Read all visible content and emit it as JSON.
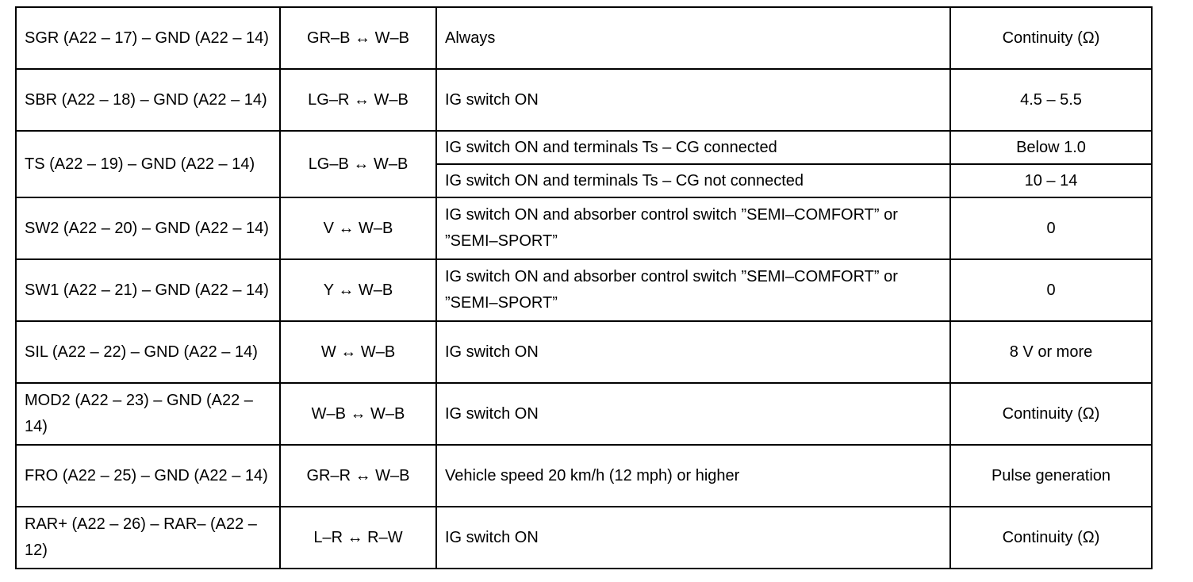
{
  "rows": [
    {
      "terminal": "SGR (A22 – 17) – GND (A22 – 14)",
      "wire": "GR–B ↔ W–B",
      "conditions": [
        {
          "condition": "Always",
          "spec": "Continuity (Ω)"
        }
      ]
    },
    {
      "terminal": "SBR (A22 – 18) – GND (A22 – 14)",
      "wire": "LG–R ↔ W–B",
      "conditions": [
        {
          "condition": "IG switch ON",
          "spec": "4.5 – 5.5"
        }
      ]
    },
    {
      "terminal": "TS (A22 – 19) – GND (A22 – 14)",
      "wire": "LG–B ↔ W–B",
      "conditions": [
        {
          "condition": "IG switch ON and terminals Ts – CG connected",
          "spec": "Below 1.0"
        },
        {
          "condition": "IG switch ON and terminals Ts – CG not connected",
          "spec": "10 – 14"
        }
      ]
    },
    {
      "terminal": "SW2 (A22 – 20) – GND (A22 – 14)",
      "wire": "V ↔ W–B",
      "conditions": [
        {
          "condition": "IG switch ON and absorber control switch ”SEMI–COMFORT” or ”SEMI–SPORT”",
          "spec": "0"
        }
      ]
    },
    {
      "terminal": "SW1 (A22 – 21) – GND (A22 – 14)",
      "wire": "Y ↔ W–B",
      "conditions": [
        {
          "condition": "IG switch ON and absorber control switch ”SEMI–COMFORT” or ”SEMI–SPORT”",
          "spec": "0"
        }
      ]
    },
    {
      "terminal": "SIL (A22 – 22) – GND (A22 – 14)",
      "wire": "W ↔ W–B",
      "conditions": [
        {
          "condition": "IG switch ON",
          "spec": "8 V or more"
        }
      ]
    },
    {
      "terminal": "MOD2 (A22 – 23) – GND (A22 – 14)",
      "wire": "W–B ↔ W–B",
      "conditions": [
        {
          "condition": "IG switch ON",
          "spec": "Continuity (Ω)"
        }
      ]
    },
    {
      "terminal": "FRO (A22 – 25) – GND (A22 – 14)",
      "wire": "GR–R ↔ W–B",
      "conditions": [
        {
          "condition": "Vehicle speed 20 km/h (12 mph) or higher",
          "spec": "Pulse generation"
        }
      ]
    },
    {
      "terminal": "RAR+ (A22 – 26) – RAR– (A22 – 12)",
      "wire": "L–R ↔ R–W",
      "conditions": [
        {
          "condition": "IG switch ON",
          "spec": "Continuity (Ω)"
        }
      ]
    }
  ]
}
